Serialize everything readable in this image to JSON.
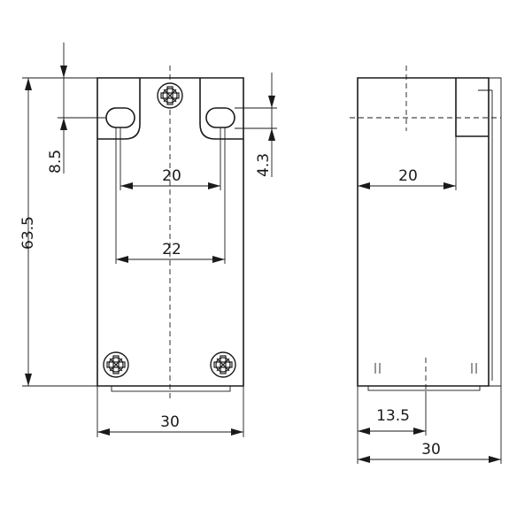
{
  "dimensions": {
    "front_height": "63.5",
    "front_offset_top": "8.5",
    "front_offset_right": "4.3",
    "front_slot_spacing": "20",
    "front_hole_spacing": "22",
    "front_width": "30",
    "side_offset": "20",
    "side_center_offset": "13.5",
    "side_width": "30"
  }
}
